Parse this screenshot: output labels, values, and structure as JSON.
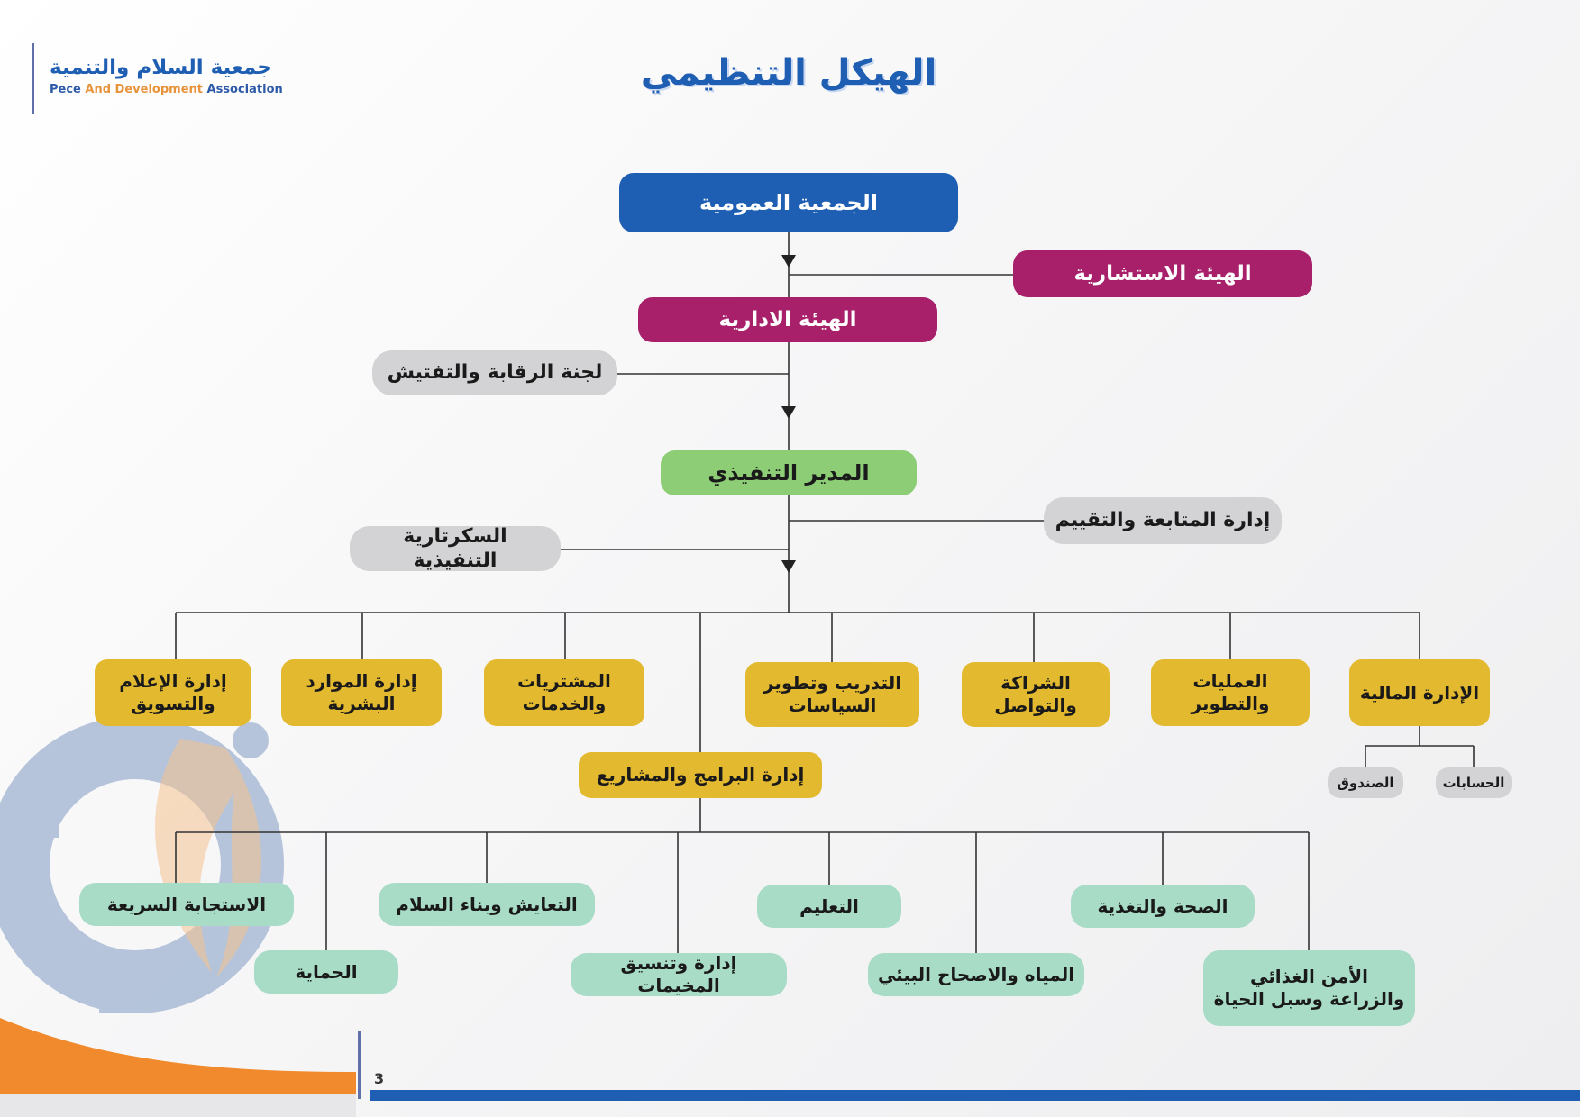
{
  "header": {
    "title": "الهيكل التنظيمي",
    "logo_arabic": "جمعية السلام والتنمية",
    "logo_english_a": "Pece ",
    "logo_english_b": "And Development",
    "logo_english_c": " Association"
  },
  "top": {
    "general_assembly": "الجمعية العمومية",
    "advisory_body": "الهيئة الاستشارية",
    "board": "الهيئة الادارية",
    "audit_committee": "لجنة الرقابة والتفتيش",
    "executive_director": "المدير التنفيذي",
    "monitoring_evaluation": "إدارة المتابعة والتقييم",
    "executive_secretariat": "السكرتارية التنفيذية"
  },
  "departments": {
    "finance": "الإدارة المالية",
    "operations": "العمليات والتطوير",
    "partnership": "الشراكة والتواصل",
    "training": "التدريب وتطوير السياسات",
    "procurement": "المشتريات والخدمات",
    "hr": "إدارة الموارد البشرية",
    "media": "إدارة الإعلام والتسويق",
    "programs": "إدارة البرامج والمشاريع"
  },
  "finance_units": {
    "accounts": "الحسابات",
    "fund": "الصندوق"
  },
  "programs_list": {
    "health": "الصحة والتغذية",
    "education": "التعليم",
    "coexistence": "التعايش وبناء السلام",
    "rapid_response": "الاستجابة السريعة",
    "food_security": "الأمن الغذائي والزراعة وسبل الحياة",
    "wash": "المياه والاصحاح البيئي",
    "camps": "إدارة وتنسيق المخيمات",
    "protection": "الحماية"
  },
  "footer": {
    "page_number": "3"
  },
  "colors": {
    "blue": "#1f5fb3",
    "magenta": "#a8206a",
    "green": "#8ccd75",
    "yellow": "#e3b92f",
    "teal": "#a8dcc7",
    "grey": "#d3d3d5",
    "orange": "#f08a2c"
  }
}
